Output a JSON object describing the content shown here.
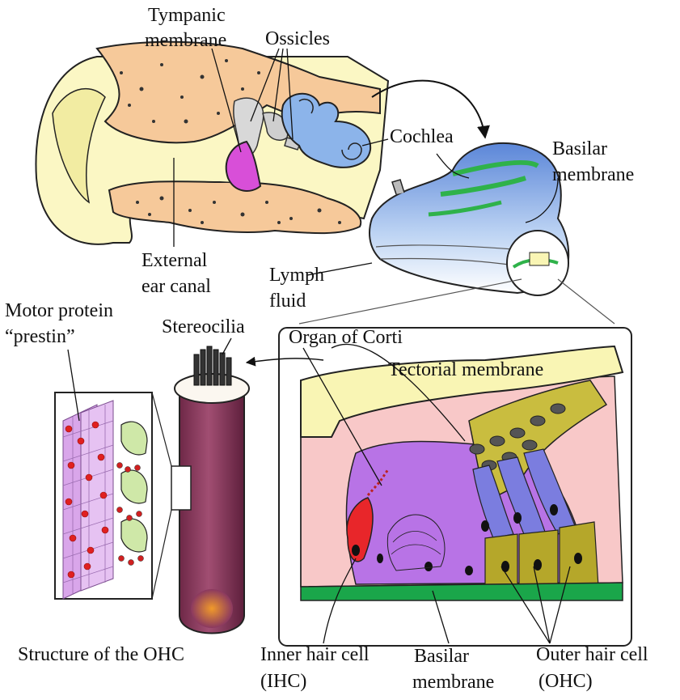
{
  "labels": {
    "tympanic_1": "Tympanic",
    "tympanic_2": "membrane",
    "ossicles": "Ossicles",
    "cochlea": "Cochlea",
    "basilar_top_1": "Basilar",
    "basilar_top_2": "membrane",
    "external_1": "External",
    "external_2": "ear canal",
    "lymph_1": "Lymph",
    "lymph_2": "fluid",
    "motor_1": "Motor protein",
    "motor_2": "“prestin”",
    "stereocilia": "Stereocilia",
    "organ": "Organ of Corti",
    "tectorial": "Tectorial membrane",
    "structure_ohc": "Structure of the OHC",
    "ihc_1": "Inner hair cell",
    "ihc_2": "(IHC)",
    "basilar_bottom_1": "Basilar",
    "basilar_bottom_2": "membrane",
    "ohc_1": "Outer hair cell",
    "ohc_2": "(OHC)"
  },
  "colors": {
    "ear_skin": "#fbf7c4",
    "bone": "#f6c99a",
    "eardrum": "#d84fd8",
    "cochlea_blue": "#8cb4ea",
    "basilar_green": "#2fb24a",
    "tectorial_yellow": "#f9f5b4",
    "tissue_pink": "#f8c8c8",
    "ihc_red": "#e8262a",
    "ohc_olive": "#b5a72a",
    "purple": "#b873e6",
    "ohc_tube": "#8a3860",
    "floor_green": "#1aa64a"
  }
}
